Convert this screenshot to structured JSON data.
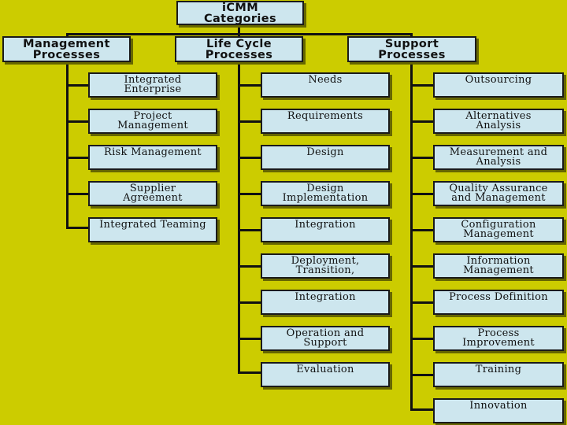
{
  "root": {
    "label": "iCMM\nCategories"
  },
  "categories": [
    {
      "label": "Management\nProcesses",
      "items": [
        "Integrated\nEnterprise",
        "Project\nManagement",
        "Risk Management",
        "Supplier\nAgreement",
        "Integrated Teaming"
      ]
    },
    {
      "label": "Life Cycle\nProcesses",
      "items": [
        "Needs",
        "Requirements",
        "Design",
        "Design\nImplementation",
        "Integration",
        "Deployment,\nTransition,",
        "Integration",
        "Operation and\nSupport",
        "Evaluation"
      ]
    },
    {
      "label": "Support\nProcesses",
      "items": [
        "Outsourcing",
        "Alternatives\nAnalysis",
        "Measurement and\nAnalysis",
        "Quality Assurance\nand Management",
        "Configuration\nManagement",
        "Information\nManagement",
        "Process Definition",
        "Process\nImprovement",
        "Training",
        "Innovation"
      ]
    }
  ]
}
